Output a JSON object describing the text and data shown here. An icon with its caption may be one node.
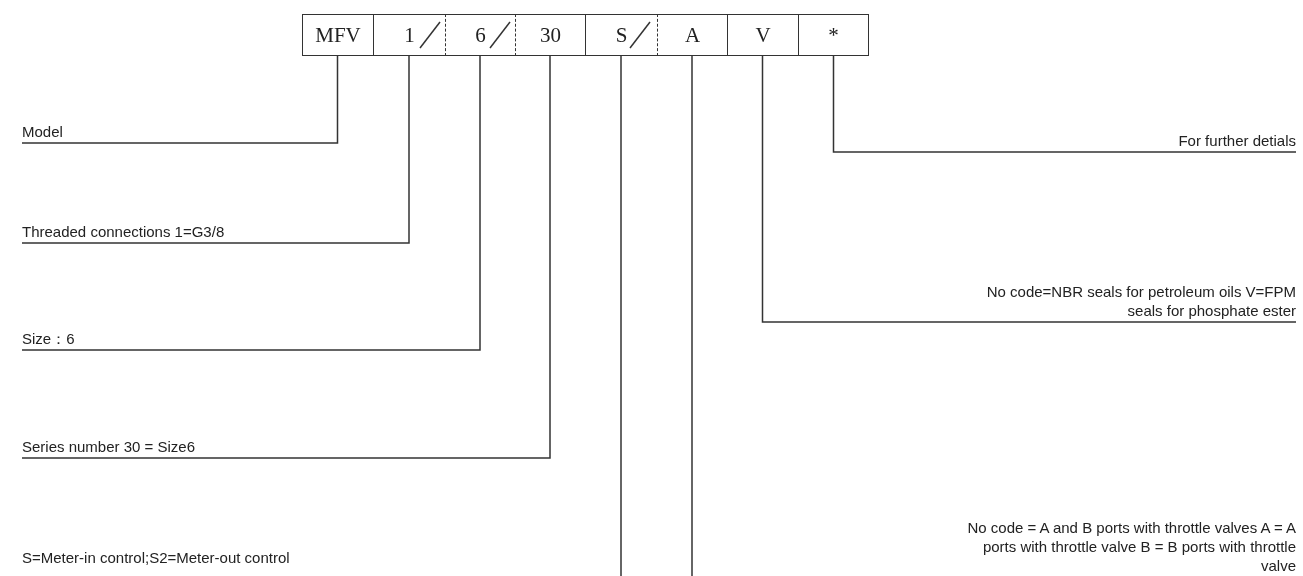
{
  "diagram": {
    "nodes": [
      {
        "text": [
          "MFV"
        ]
      },
      {
        "text": [
          "1"
        ]
      },
      {
        "text": [
          "6"
        ]
      },
      {
        "text": [
          "30"
        ]
      },
      {
        "text": [
          "S"
        ]
      },
      {
        "text": [
          "A"
        ]
      },
      {
        "text": [
          "V"
        ]
      },
      {
        "text": [
          "*"
        ]
      },
      {
        "text": [
          "Model"
        ]
      },
      {
        "text": [
          "Threaded connections 1=G3/8"
        ]
      },
      {
        "text": [
          "Size：6"
        ]
      },
      {
        "text": [
          "Series number 30 = Size6"
        ]
      },
      {
        "text": [
          "For further detials"
        ]
      },
      {
        "text": [
          "No code=NBR seals for petroleum oils V=FPM seals for phosphate ester"
        ]
      }
    ],
    "edges": [
      {
        "from": 8,
        "to": 0,
        "arrow": "none"
      },
      {
        "from": 9,
        "to": 1,
        "arrow": "none"
      },
      {
        "from": 10,
        "to": 2,
        "arrow": "none"
      },
      {
        "from": 11,
        "to": 3,
        "arrow": "none"
      },
      {
        "from": 12,
        "to": 7,
        "arrow": "none"
      },
      {
        "from": 13,
        "to": 6,
        "arrow": "none"
      },
      {
        "from": null,
        "to": 4,
        "arrow": "none"
      },
      {
        "from": null,
        "to": 5,
        "arrow": "none"
      }
    ],
    "labels": [
      "S=Meter-in control;S2=Meter-out control",
      "No code = A and B ports with throttle valves A = A ports with throttle valve B = B ports with throttle valve"
    ]
  }
}
